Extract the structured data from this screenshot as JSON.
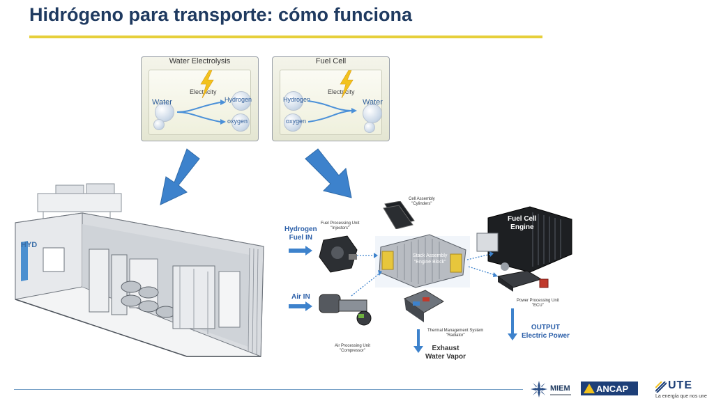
{
  "slide": {
    "title": "Hidrógeno para transporte: cómo funciona"
  },
  "electrolysis_panel": {
    "title": "Water Electrolysis",
    "water": "Water",
    "electricity": "Electricity",
    "hydrogen": "Hydrogen",
    "oxygen": "oxygen"
  },
  "fuelcell_panel": {
    "title": "Fuel Cell",
    "hydrogen": "Hydrogen",
    "oxygen": "oxygen",
    "electricity": "Electricity",
    "water": "Water"
  },
  "engine_diagram": {
    "hydrogen_in": "Hydrogen\nFuel IN",
    "air_in": "Air IN",
    "fuel_processing": "Fuel Processing Unit\n\"Injectors\"",
    "cell_assembly": "Cell Assembly\n\"Cylinders\"",
    "stack_assembly": "Stack Assembly\n\"Engine Block\"",
    "fuel_cell_engine": "Fuel Cell\nEngine",
    "power_processing": "Power Processing Unit\n\"ECU\"",
    "thermal_management": "Thermal Management System\n\"Radiator\"",
    "air_processing": "Air Processing Unit\n\"Compressor\"",
    "exhaust": "Exhaust\nWater Vapor",
    "output": "OUTPUT\nElectric Power"
  },
  "container": {
    "logo_text": "HYD"
  },
  "logos": {
    "miem": "MIEM",
    "ancap": "ANCAP",
    "ute": "UTE",
    "ute_tagline": "La energía que nos une"
  },
  "colors": {
    "title": "#1f3a60",
    "title_rule": "#e6cf3a",
    "arrow_blue": "#3d82cc",
    "label_blue": "#2a5ea8"
  }
}
